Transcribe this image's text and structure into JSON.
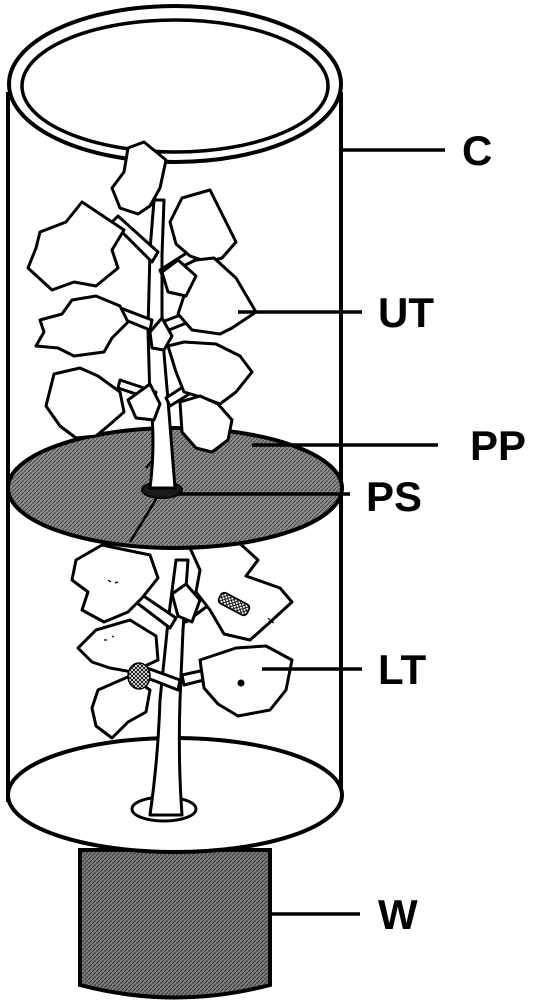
{
  "labels": {
    "c": "C",
    "ut": "UT",
    "pp": "PP",
    "ps": "PS",
    "lt": "LT",
    "w": "W"
  },
  "colors": {
    "outline": "#000000",
    "background": "#ffffff",
    "partition_fill": "#7a7a7a",
    "water_container_fill": "#6e6e6e"
  }
}
